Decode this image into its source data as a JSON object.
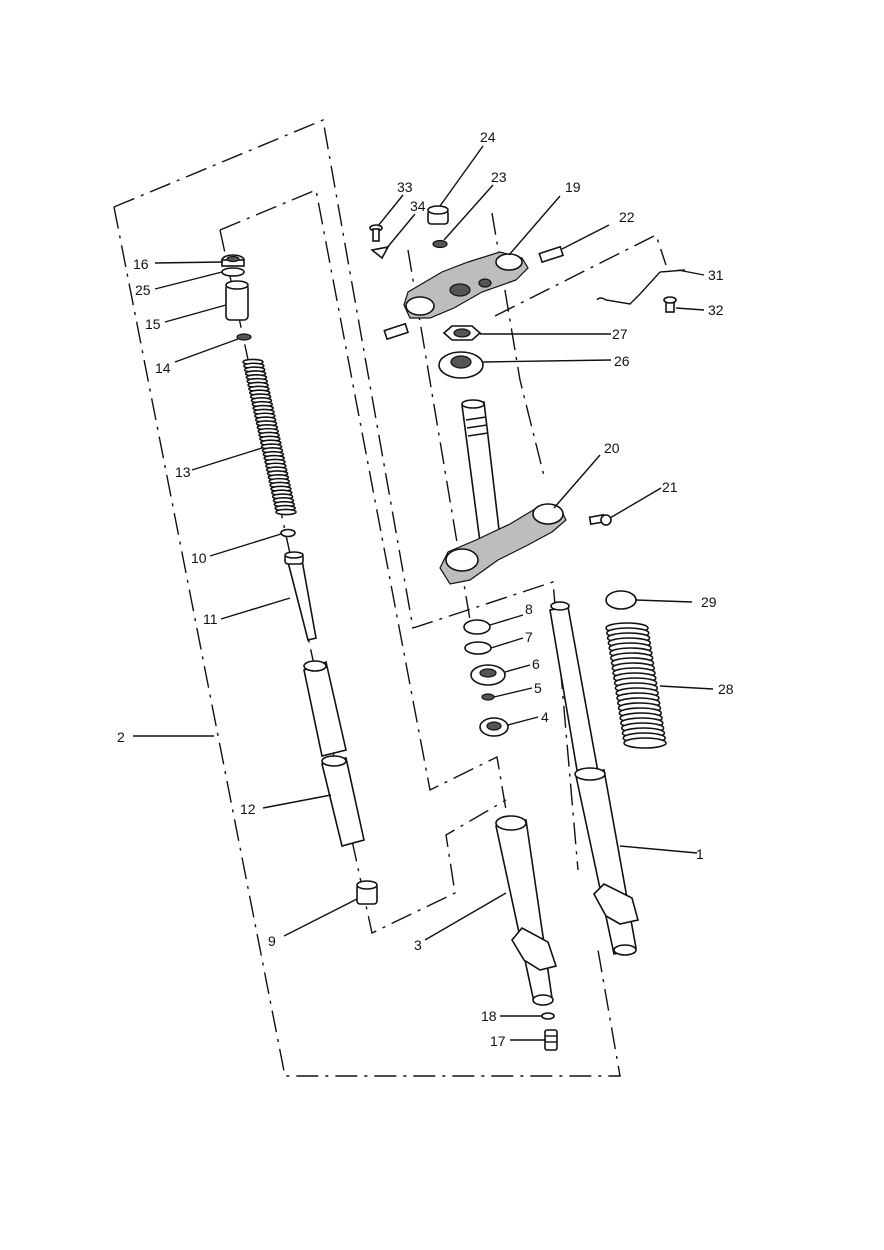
{
  "labels": {
    "1": "1",
    "2": "2",
    "3": "3",
    "4": "4",
    "5": "5",
    "6": "6",
    "7": "7",
    "8": "8",
    "9": "9",
    "10": "10",
    "11": "11",
    "12": "12",
    "13": "13",
    "14": "14",
    "15": "15",
    "16": "16",
    "17": "17",
    "18": "18",
    "19": "19",
    "20": "20",
    "21": "21",
    "22": "22",
    "23": "23",
    "24": "24",
    "25": "25",
    "26": "26",
    "27": "27",
    "28": "28",
    "29": "29",
    "31": "31",
    "32": "32",
    "33": "33",
    "34": "34"
  }
}
